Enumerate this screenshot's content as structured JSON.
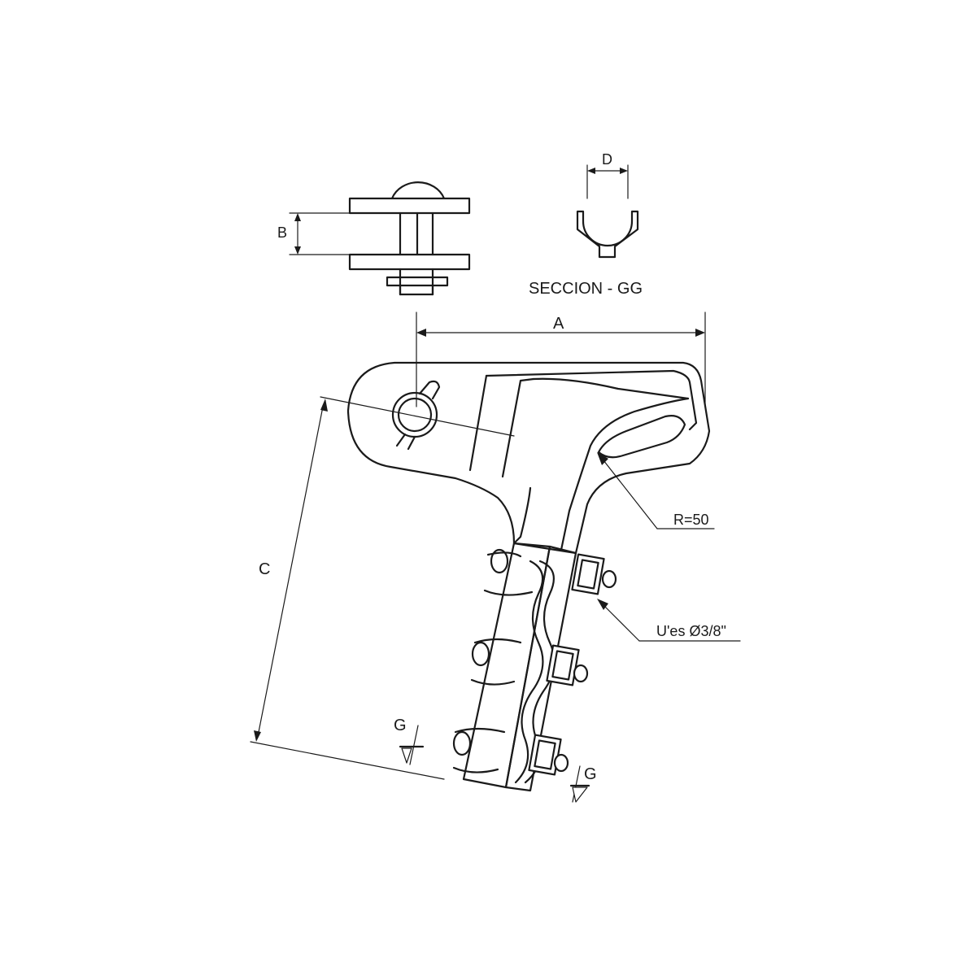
{
  "labels": {
    "dim_a": "A",
    "dim_b": "B",
    "dim_c": "C",
    "dim_d": "D",
    "section_title": "SECCION -  GG",
    "radius": "R=50",
    "u_bolts": "U'es Ø3/8\"",
    "section_mark_left": "G",
    "section_mark_right": "G"
  }
}
